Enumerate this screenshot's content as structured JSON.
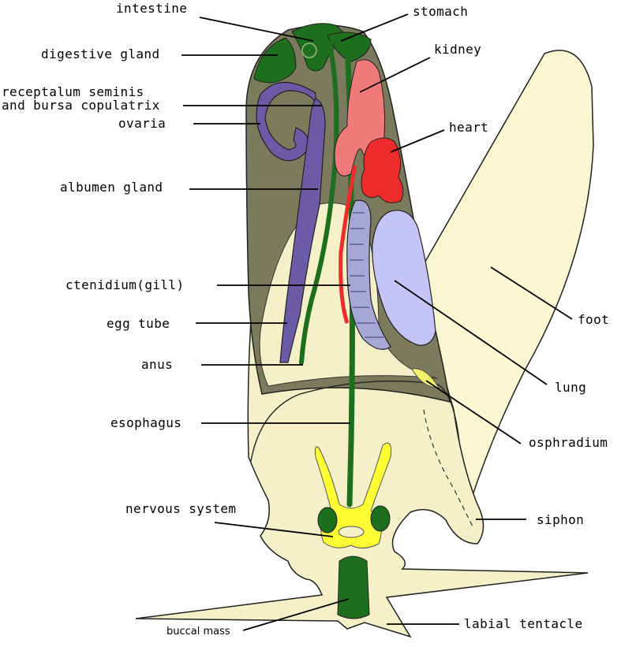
{
  "colors": {
    "body": "#f5f0c8",
    "foot": "#fbf7d3",
    "mantle": "#7b7a5c",
    "digestive": "#1d6e1d",
    "kidney": "#f07a7a",
    "heart": "#ee2b2b",
    "lung": "#c4c4f7",
    "ctenidium": "#a7a7d6",
    "ovaria": "#6b5aa6",
    "nervous": "#ffff33",
    "osphradium": "#f3f06a"
  },
  "labels": {
    "intestine": "intestine",
    "stomach": "stomach",
    "digestive_gland": "digestive gland",
    "kidney": "kidney",
    "receptalum_line1": "receptalum seminis",
    "receptalum_line2": "and bursa copulatrix",
    "ovaria": "ovaria",
    "heart": "heart",
    "albumen_gland": "albumen gland",
    "ctenidium": "ctenidium(gill)",
    "foot": "foot",
    "egg_tube": "egg tube",
    "anus": "anus",
    "lung": "lung",
    "esophagus": "esophagus",
    "osphradium": "osphradium",
    "nervous_system": "nervous system",
    "siphon": "siphon",
    "buccal_mass": "buccal mass",
    "labial_tentacle": "labial tentacle"
  }
}
